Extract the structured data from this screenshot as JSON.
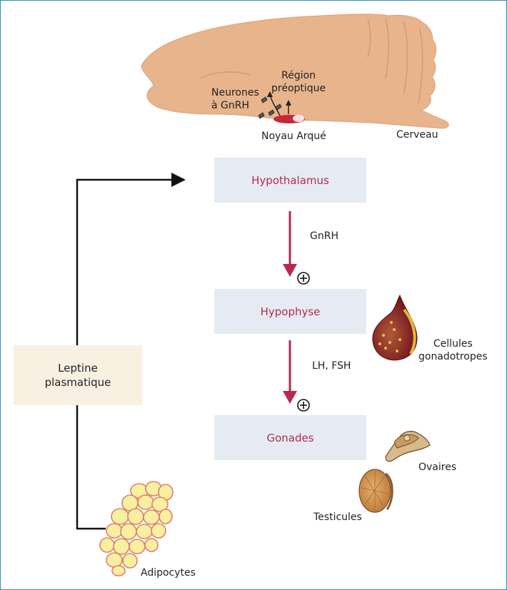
{
  "brain": {
    "region_label_1": "Région",
    "region_label_2": "préoptique",
    "neurons_label_1": "Neurones",
    "neurons_label_2": "à GnRH",
    "nucleus_label": "Noyau Arqué",
    "brain_label": "Cerveau"
  },
  "boxes": {
    "hypothalamus": "Hypothalamus",
    "hypophyse": "Hypophyse",
    "gonades": "Gonades",
    "leptine_1": "Leptine",
    "leptine_2": "plasmatique"
  },
  "arrows": {
    "gnrh": "GnRH",
    "lh_fsh": "LH, FSH",
    "plus_symbol": "+"
  },
  "side_labels": {
    "cellules_1": "Cellules",
    "cellules_2": "gonadotropes",
    "ovaires": "Ovaires",
    "testicules": "Testicules",
    "adipocytes": "Adipocytes"
  },
  "colors": {
    "box_blue": "#e6ebf3",
    "box_cream": "#f8f1e2",
    "accent_red": "#b52a4e",
    "brain_fill": "#e8b48c",
    "frame": "#2a8fb8"
  }
}
